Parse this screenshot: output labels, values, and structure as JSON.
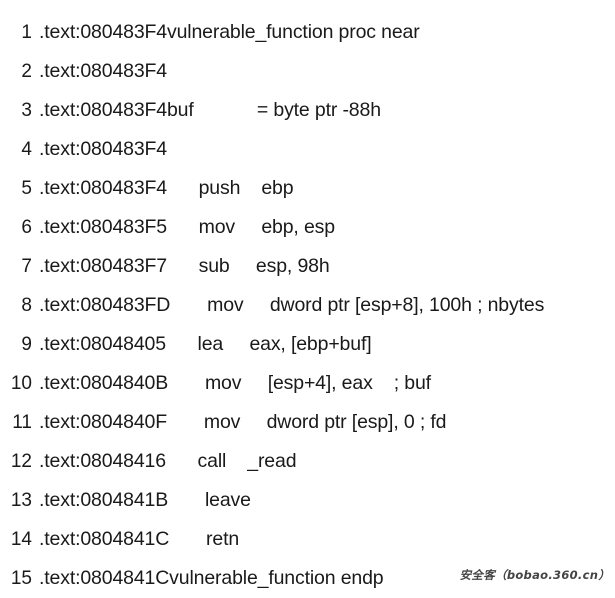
{
  "document": {
    "kind": "disassembly-listing",
    "source_tool": "IDA",
    "background_color": "#ffffff",
    "text_color": "#1a1a1a",
    "line_count": 15
  },
  "lines": [
    {
      "number": "1",
      "text": ".text:080483F4vulnerable_function proc near"
    },
    {
      "number": "2",
      "text": ".text:080483F4"
    },
    {
      "number": "3",
      "text": ".text:080483F4buf            = byte ptr -88h"
    },
    {
      "number": "4",
      "text": ".text:080483F4"
    },
    {
      "number": "5",
      "text": ".text:080483F4      push    ebp"
    },
    {
      "number": "6",
      "text": ".text:080483F5      mov     ebp, esp"
    },
    {
      "number": "7",
      "text": ".text:080483F7      sub     esp, 98h"
    },
    {
      "number": "8",
      "text": ".text:080483FD       mov     dword ptr [esp+8], 100h ; nbytes"
    },
    {
      "number": "9",
      "text": ".text:08048405      lea     eax, [ebp+buf]"
    },
    {
      "number": "10",
      "text": ".text:0804840B       mov     [esp+4], eax    ; buf"
    },
    {
      "number": "11",
      "text": ".text:0804840F       mov     dword ptr [esp], 0 ; fd"
    },
    {
      "number": "12",
      "text": ".text:08048416      call    _read"
    },
    {
      "number": "13",
      "text": ".text:0804841B       leave"
    },
    {
      "number": "14",
      "text": ".text:0804841C       retn"
    },
    {
      "number": "15",
      "text": ".text:0804841Cvulnerable_function endp"
    }
  ],
  "watermark": {
    "text": "安全客（bobao.360.cn）"
  }
}
